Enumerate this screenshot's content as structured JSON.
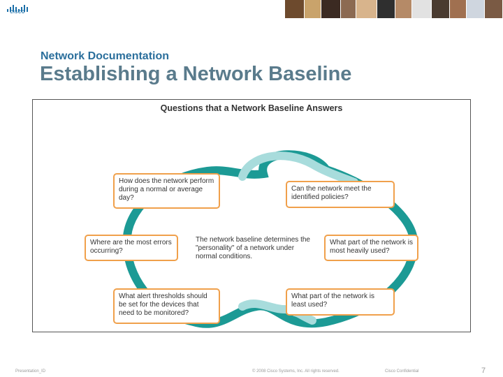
{
  "header": {
    "logo_text": "CISCO",
    "photos": [
      "#6d4a2d",
      "#c9a36b",
      "#3b2a22",
      "#8c6a52",
      "#d8b48c",
      "#2f2f2f",
      "#b58a67",
      "#e2e2e2",
      "#4a3b30",
      "#a07050",
      "#cfd6df",
      "#7a5a44"
    ]
  },
  "slide": {
    "section": "Network Documentation",
    "title": "Establishing a Network Baseline"
  },
  "figure": {
    "title": "Questions that a Network Baseline Answers",
    "center": "The network baseline determines the \"personality\" of a network under normal conditions.",
    "questions": {
      "normal_day": "How does the network perform during a normal or average day?",
      "policies": "Can the network meet the identified policies?",
      "errors": "Where are the most errors occurring?",
      "heavily_used": "What part of the network is most heavily used?",
      "thresholds": "What alert thresholds should be set for the devices that need to be monitored?",
      "least_used": "What part of the network is least used?"
    },
    "colors": {
      "ring": "#1c9a95",
      "ring_light": "#a8dcdc",
      "box_border": "#f0a04b"
    }
  },
  "footer": {
    "presentation": "Presentation_ID",
    "copyright": "© 2008 Cisco Systems, Inc. All rights reserved.",
    "confidential": "Cisco Confidential",
    "page": "7"
  }
}
